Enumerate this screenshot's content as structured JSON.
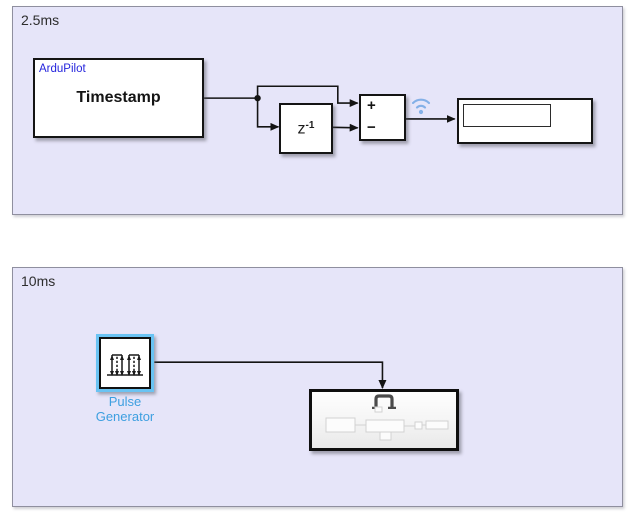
{
  "areas": [
    {
      "label": "2.5ms"
    },
    {
      "label": "10ms"
    }
  ],
  "blocks": {
    "timestamp": {
      "tag": "ArduPilot",
      "name": "Timestamp"
    },
    "unit_delay": {
      "base": "z",
      "exponent": "-1"
    },
    "sum": {
      "top_sign": "+",
      "bottom_sign": "−"
    },
    "display": {
      "value": ""
    },
    "pulse_generator": {
      "name_line1": "Pulse",
      "name_line2": "Generator"
    },
    "triggered_subsystem": {
      "name": ""
    }
  },
  "icons": {
    "wireless_streaming": "wifi-arcs-with-dot",
    "pulse_generator": "pulse-train-waveform",
    "trigger_port": "pulse-trigger-glyph"
  },
  "colors": {
    "area_background": "#e6e5f9",
    "area_border": "#8f8f9f",
    "block_border": "#141414",
    "wire": "#141414",
    "selection_highlight": "#6ac3f3",
    "ardupilot_tag_blue": "#2424dd",
    "pulse_label_blue": "#3d9fe0",
    "wifi_blue": "#7aabe6"
  }
}
